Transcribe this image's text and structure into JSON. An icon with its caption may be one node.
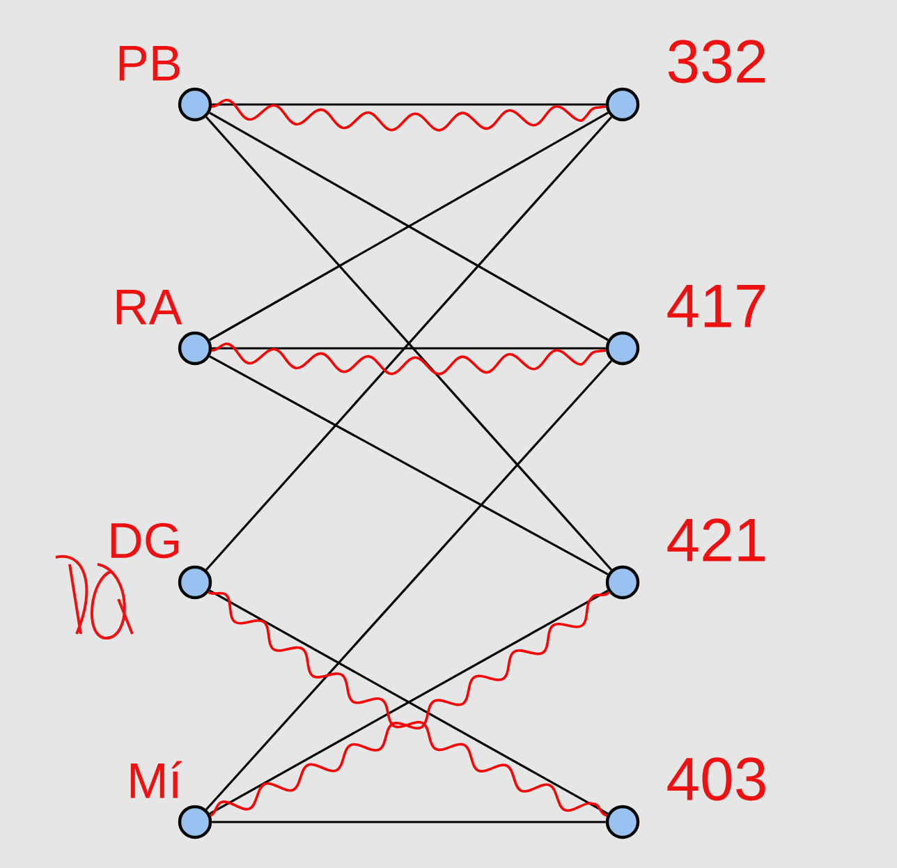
{
  "diagram": {
    "nodes": [
      {
        "text": [],
        "shape": "circle",
        "beside": [
          "PB"
        ]
      },
      {
        "text": [],
        "shape": "circle",
        "beside": [
          "RA"
        ]
      },
      {
        "text": [],
        "shape": "circle",
        "beside": [
          "DG"
        ]
      },
      {
        "text": [],
        "shape": "circle",
        "beside": [
          "Mí"
        ]
      },
      {
        "text": [],
        "shape": "circle",
        "beside": [
          "332"
        ]
      },
      {
        "text": [],
        "shape": "circle",
        "beside": [
          "417"
        ]
      },
      {
        "text": [],
        "shape": "circle",
        "beside": [
          "421"
        ]
      },
      {
        "text": [],
        "shape": "circle",
        "beside": [
          "403"
        ]
      }
    ],
    "edges": [
      {
        "from": 0,
        "to": 4,
        "arrow": "none"
      },
      {
        "from": 0,
        "to": 5,
        "arrow": "none"
      },
      {
        "from": 0,
        "to": 6,
        "arrow": "none"
      },
      {
        "from": 1,
        "to": 4,
        "arrow": "none"
      },
      {
        "from": 1,
        "to": 5,
        "arrow": "none"
      },
      {
        "from": 1,
        "to": 6,
        "arrow": "none"
      },
      {
        "from": 2,
        "to": 4,
        "arrow": "none"
      },
      {
        "from": 2,
        "to": 7,
        "arrow": "none"
      },
      {
        "from": 3,
        "to": 5,
        "arrow": "none"
      },
      {
        "from": 3,
        "to": 6,
        "arrow": "none"
      },
      {
        "from": 3,
        "to": 7,
        "arrow": "none"
      },
      {
        "from": 0,
        "to": 4,
        "arrow": "none",
        "color": "#ff0000"
      },
      {
        "from": 1,
        "to": 5,
        "arrow": "none",
        "color": "#ff0000"
      },
      {
        "from": 2,
        "to": 7,
        "arrow": "none",
        "color": "#ff0000"
      },
      {
        "from": 3,
        "to": 6,
        "arrow": "none",
        "color": "#ff0000"
      }
    ]
  }
}
